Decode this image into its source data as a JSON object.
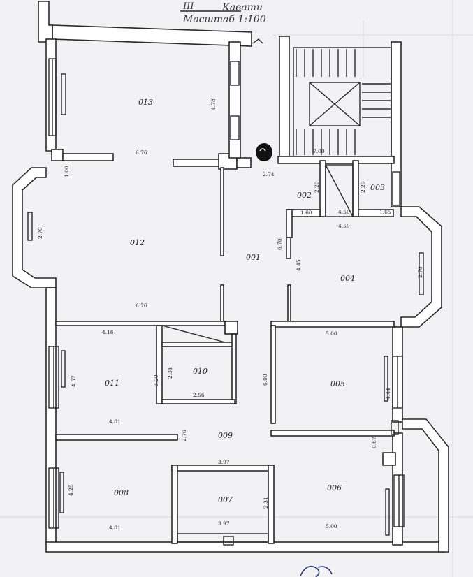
{
  "header": {
    "floor": "III",
    "floor_label": "Кавати",
    "scale": "Масштаб 1:100"
  },
  "rooms": {
    "r001": "001",
    "r002": "002",
    "r003": "003",
    "r004": "004",
    "r005": "005",
    "r006": "006",
    "r007": "007",
    "r008": "008",
    "r009": "009",
    "r010": "010",
    "r011": "011",
    "r012": "012",
    "r013": "013"
  },
  "dims": {
    "d_013_h": "4.78",
    "d_013_w": "6.76",
    "d_274": "2.74",
    "d_700": "7.00",
    "d_100": "1.00",
    "d_270_left": "2.70",
    "d_012_w": "6.76",
    "d_002_h": "2.20",
    "d_003_h": "2.20",
    "d_160": "1.60",
    "d_450a": "4.50",
    "d_450b": "4.50",
    "d_165": "1.65",
    "d_670": "6.70",
    "d_445": "4.45",
    "d_270_right": "2.70",
    "d_416": "4.16",
    "d_457": "4.57",
    "d_320": "3.20",
    "d_231a": "2.31",
    "d_256": "2.56",
    "d_600": "6.00",
    "d_500a": "5.00",
    "d_444": "4.44",
    "d_481a": "4.81",
    "d_276": "2.76",
    "d_067": "0.67",
    "d_397a": "3.97",
    "d_425": "4.25",
    "d_231b": "2.31",
    "d_481b": "4.81",
    "d_397b": "3.97",
    "d_500b": "5.00"
  }
}
